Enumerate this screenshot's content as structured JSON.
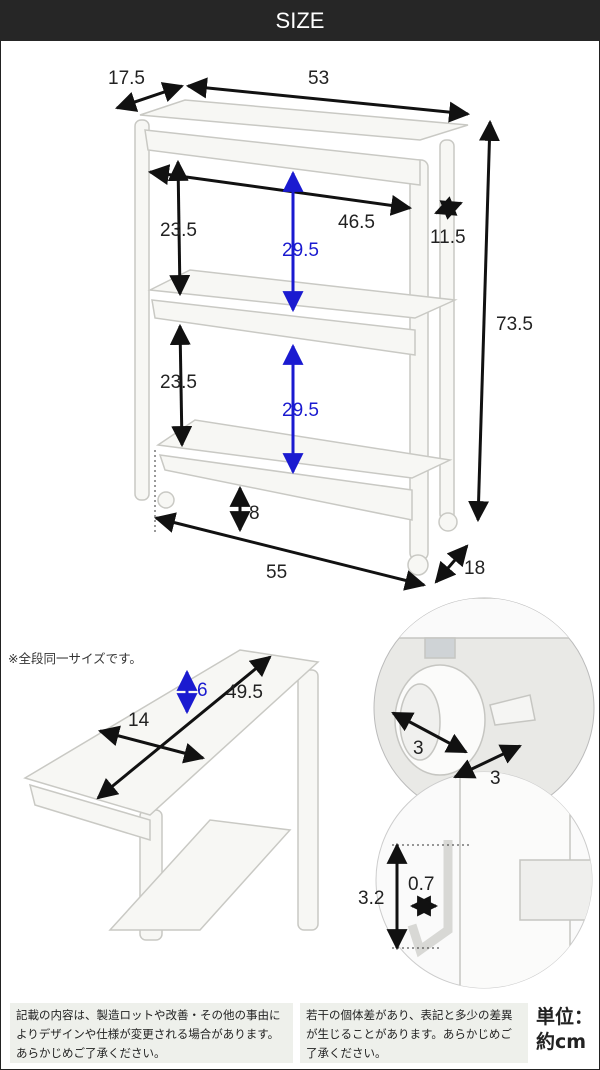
{
  "header": {
    "title": "SIZE"
  },
  "main_diagram": {
    "labels": {
      "depth_top": "17.5",
      "width_top": "53",
      "inner_width": "46.5",
      "hook_offset": "11.5",
      "total_height": "73.5",
      "tier_gap_upper": "23.5",
      "clearance_upper": "29.5",
      "tier_gap_lower": "23.5",
      "clearance_lower": "29.5",
      "floor_clearance": "8",
      "base_width": "55",
      "base_depth": "18"
    }
  },
  "tray_detail": {
    "note": "※全段同一サイズです。",
    "labels": {
      "tray_depth": "6",
      "tray_length": "49.5",
      "tray_width": "14"
    }
  },
  "caster_detail": {
    "labels": {
      "wheel_diameter": "3",
      "wheel_width": "3"
    }
  },
  "hook_detail": {
    "labels": {
      "hook_height": "3.2",
      "hook_thickness": "0.7"
    }
  },
  "footer": {
    "note_left": "記載の内容は、製造ロットや改善・その他の事由によりデザインや仕様が変更される場合があります。あらかじめご了承ください。",
    "note_right": "若干の個体差があり、表記と多少の差異が生じることがあります。あらかじめご了承ください。",
    "unit_line1": "単位：",
    "unit_line2": "約cm"
  },
  "colors": {
    "header_bg": "#262626",
    "dimension_arrow": "#111111",
    "clearance_arrow": "#1a1ad0",
    "note_bg": "#eef0eb"
  }
}
